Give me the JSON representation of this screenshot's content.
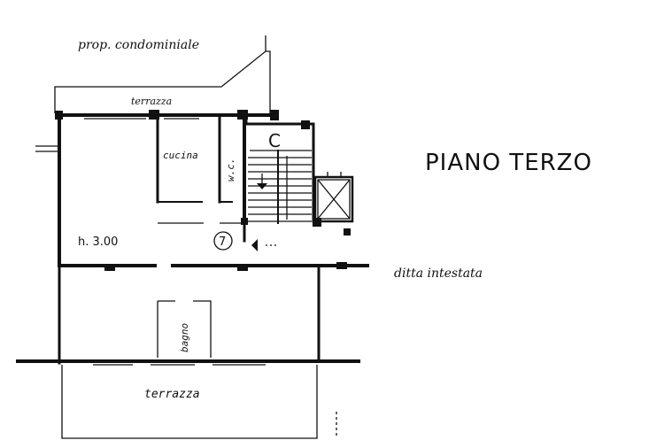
{
  "title": "PIANO TERZO",
  "labels": {
    "neighbor": "prop. condominiale",
    "terrace_top": "terrazza",
    "terrace_bottom": "terrazza",
    "kitchen": "cucina",
    "wc": "w.c.",
    "bathroom": "bagno",
    "height": "h. 3.00",
    "stair": "C",
    "unit_number": "7",
    "owner": "ditta intestata"
  },
  "colors": {
    "ink": "#111111",
    "paper": "#ffffff"
  },
  "icons": [
    "stair-arrow-icon",
    "entrance-arrow-icon",
    "elevator-cross-icon"
  ]
}
